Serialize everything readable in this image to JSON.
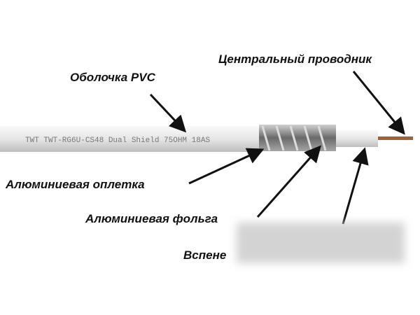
{
  "labels": {
    "jacket": "Оболочка PVC",
    "conductor": "Центральный проводник",
    "braid": "Алюминиевая оплетка",
    "foil": "Алюминиевая фольга",
    "dielectric": "Вспене"
  },
  "cable_marking": "TWT TWT-RG6U-CS48 Dual Shield 75OHM 18AS",
  "colors": {
    "jacket": "#eeeeee",
    "braid": "#8a8a8a",
    "conductor": "#a0603a",
    "arrow": "#111111"
  }
}
